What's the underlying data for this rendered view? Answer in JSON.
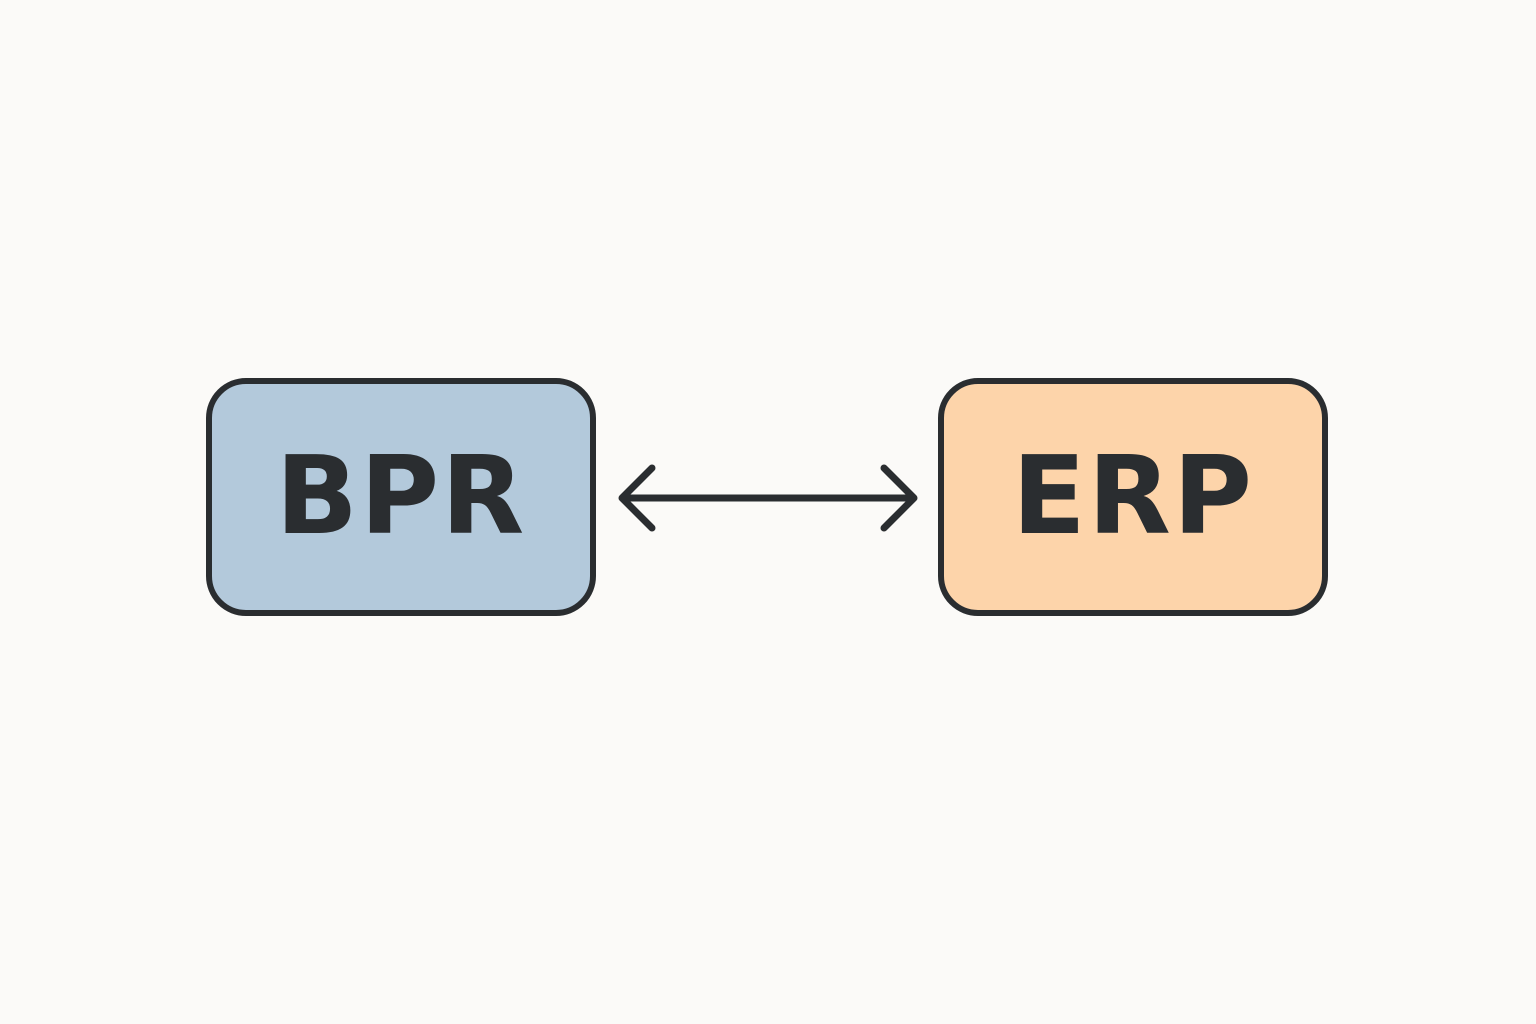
{
  "diagram": {
    "nodes": [
      {
        "id": "bpr",
        "label": "BPR",
        "fill": "#b3c9db"
      },
      {
        "id": "erp",
        "label": "ERP",
        "fill": "#fdd4aa"
      }
    ],
    "edges": [
      {
        "from": "bpr",
        "to": "erp",
        "direction": "bidirectional"
      }
    ],
    "colors": {
      "stroke": "#2a2d30",
      "background": "#fbfaf8"
    }
  }
}
